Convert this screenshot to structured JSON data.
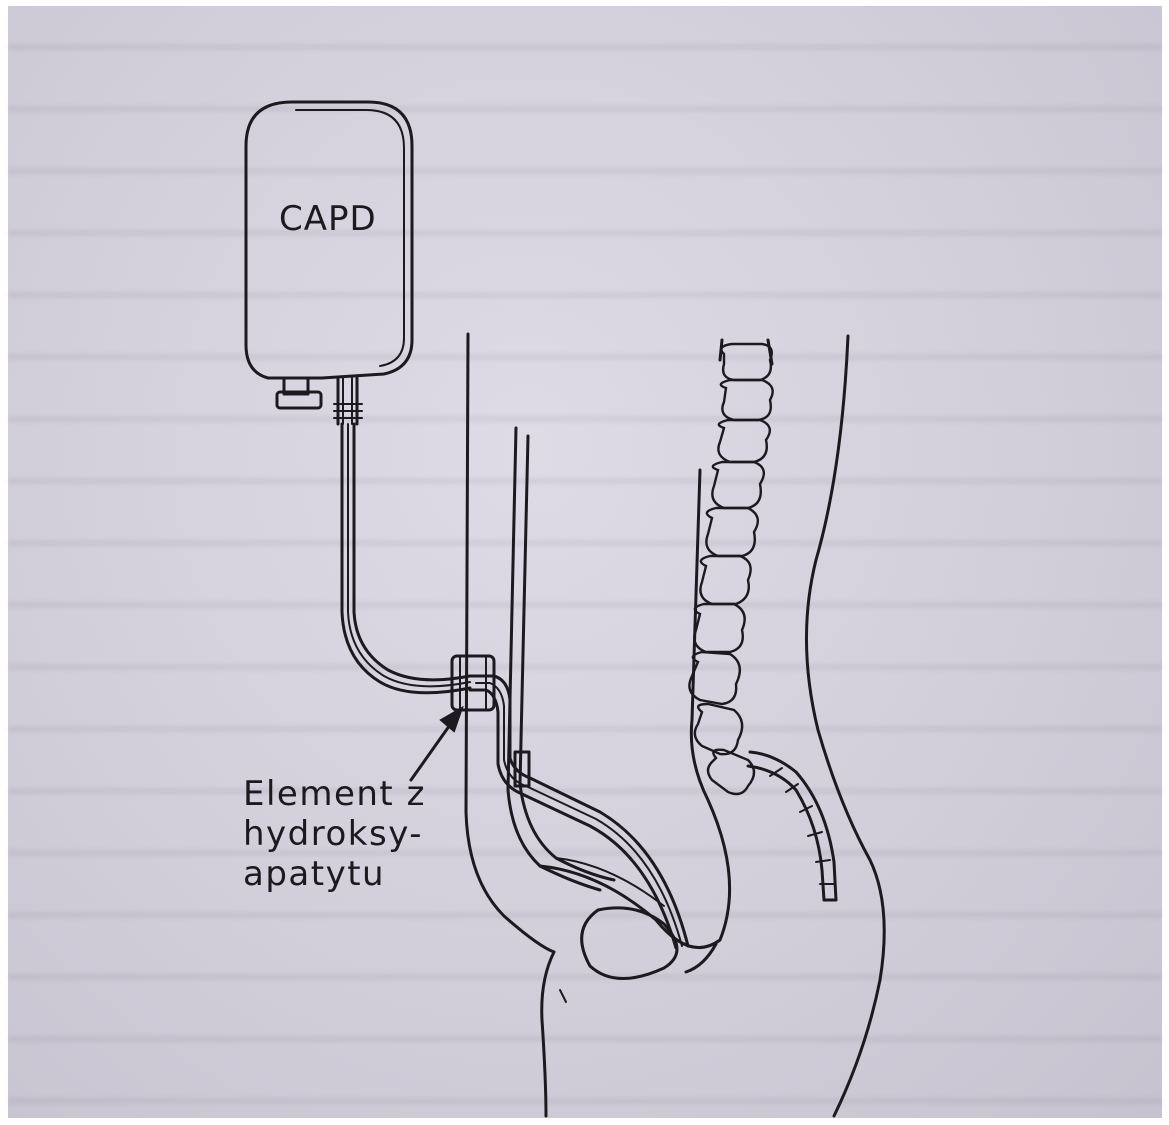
{
  "labels": {
    "bag": "CAPD",
    "element_line1": "Element z",
    "element_line2": "hydroksy-",
    "element_line3": "apatytu"
  },
  "colors": {
    "paper": "#d6d2dd",
    "ink": "#1c1a1f"
  }
}
